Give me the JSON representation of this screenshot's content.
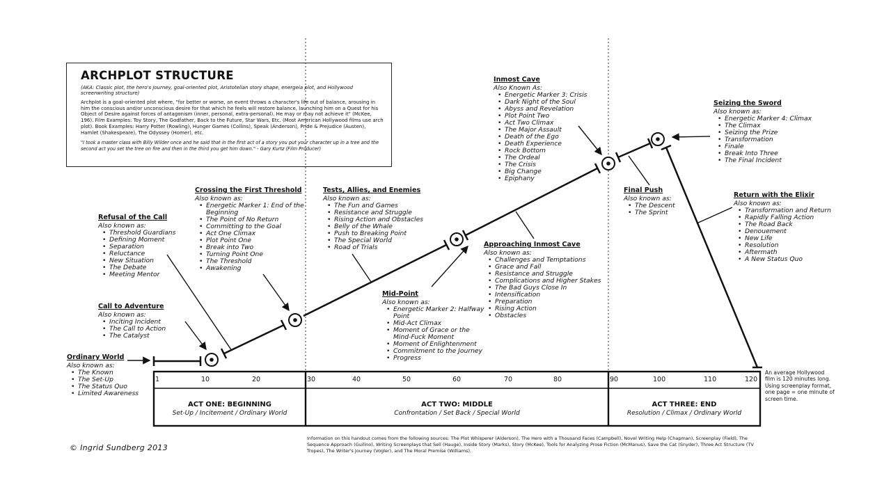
{
  "header": {
    "title": "ARCHPLOT STRUCTURE",
    "aka": "(AKA: Classic plot, the hero's journey, goal-oriented plot, Aristotelian story shape, energeia plot, and Hollywood screenwriting structure)",
    "description": "Archplot is a goal-oriented plot where, \"for better or worse, an event throws a character's life out of balance, arousing in him the conscious and/or unconscious desire for that which he feels will restore balance, launching him on a Quest for his Object of Desire against forces of antagonism (inner, personal, extra-personal). He may or may not achieve it\" (McKee, 196). Film Examples: Toy Story, The Godfather, Back to the Future, Star Wars, Etc. (Most American Hollywood films use arch plot). Book Examples: Harry Potter (Rowling), Hunger Games (Collins), Speak (Anderson), Pride & Prejudice (Austen), Hamlet (Shakespeare), The Odyssey (Homer), etc.",
    "quote": "\"I took a master class with Billy Wilder once and he said that in the first act of a story you put your character up in a tree and the second act you set the tree on fire and then in the third you get him down.\" - Gary Kurtz (Film Producer)"
  },
  "aka_label": "Also known as:",
  "aka_label_caps": "Also Known As:",
  "stages": {
    "ordinary_world": {
      "title": "Ordinary World",
      "items": [
        "The Known",
        "The Set-Up",
        "The Status Quo",
        "Limited Awareness"
      ]
    },
    "call_to_adventure": {
      "title": "Call to Adventure",
      "items": [
        "Inciting Incident",
        "The Call to Action",
        "The Catalyst"
      ]
    },
    "refusal_of_the_call": {
      "title": "Refusal of the Call",
      "items": [
        "Threshold Guardians",
        "Defining Moment",
        "Separation",
        "Reluctance",
        "New Situation",
        "The Debate",
        "Meeting Mentor"
      ]
    },
    "crossing_threshold": {
      "title": "Crossing the First Threshold",
      "items": [
        "Energetic Marker 1: End of the Beginning",
        "The Point of No Return",
        "Committing to the Goal",
        "Act One Climax",
        "Plot Point One",
        "Break into Two",
        "Turning Point One",
        "The Threshold",
        "Awakening"
      ]
    },
    "tests_allies_enemies": {
      "title": "Tests, Allies, and Enemies",
      "items": [
        "The Fun and Games",
        "Resistance and Struggle",
        "Rising Action and Obstacles",
        "Belly of the Whale",
        "Push to Breaking Point",
        "The Special World",
        "Road of Trials"
      ]
    },
    "mid_point": {
      "title": "Mid-Point",
      "items": [
        "Energetic Marker 2: Halfway Point",
        "Mid-Act Climax",
        "Moment of Grace or the Mind-Fuck Moment",
        "Moment of Enlightenment",
        "Commitment to the Journey",
        "Progress"
      ]
    },
    "approaching_inmost_cave": {
      "title": "Approaching Inmost Cave",
      "items": [
        "Challenges and Temptations",
        "Grace and Fall",
        "Resistance and Struggle",
        "Complications and Higher Stakes",
        "The Bad Guys Close In",
        "Intensification",
        "Preparation",
        "Rising Action",
        "Obstacles"
      ]
    },
    "inmost_cave": {
      "title": "Inmost Cave",
      "items": [
        "Energetic Marker 3: Crisis",
        "Dark Night of the Soul",
        "Abyss and Revelation",
        "Plot Point Two",
        "Act Two Climax",
        "The Major Assault",
        "Death of the Ego",
        "Death Experience",
        "Rock Bottom",
        "The Ordeal",
        "The Crisis",
        "Big Change",
        "Epiphany"
      ]
    },
    "final_push": {
      "title": "Final Push",
      "items": [
        "The Descent",
        "The Sprint"
      ]
    },
    "seizing_the_sword": {
      "title": "Seizing the Sword",
      "items": [
        "Energetic Marker 4: Climax",
        "The Climax",
        "Seizing the Prize",
        "Transformation",
        "Finale",
        "Break Into Three",
        "The Final Incident"
      ]
    },
    "return_with_elixir": {
      "title": "Return with the Elixir",
      "items": [
        "Transformation and Return",
        "Rapidly Falling Action",
        "The Road Back",
        "Denouement",
        "New Life",
        "Resolution",
        "Aftermath",
        "A New Status Quo"
      ]
    }
  },
  "timeline": {
    "ticks": [
      "1",
      "10",
      "20",
      "30",
      "40",
      "50",
      "60",
      "70",
      "80",
      "90",
      "100",
      "110",
      "120"
    ],
    "acts": [
      {
        "name": "ACT ONE: BEGINNING",
        "sub": "Set-Up / Incitement / Ordinary World"
      },
      {
        "name": "ACT TWO: MIDDLE",
        "sub": "Confrontation / Set Back / Special World"
      },
      {
        "name": "ACT THREE: END",
        "sub": "Resolution / Climax / Ordinary World"
      }
    ],
    "note": "An average Hollywood film is 120 minutes long. Using screenplay format, one page = one minute of screen time."
  },
  "footer": {
    "sources": "Information on this handout comes from the following sources: The Plot Whisperer (Alderson), The Hero with a Thousand Faces (Campbell), Novel Writing Help (Chapman), Screenplay (Field), The Sequence Approach (Guilino), Writing Screenplays that Sell (Hauge), Inside Story (Marks), Story (McKee), Tools for Analyzing Prose Fiction (McManus), Save the Cat (Snyder), Three Act Structure (TV Tropes), The Writer's Journey (Vogler), and The Moral Premise (Williams).",
    "copyright": "© Ingrid Sundberg 2013"
  }
}
